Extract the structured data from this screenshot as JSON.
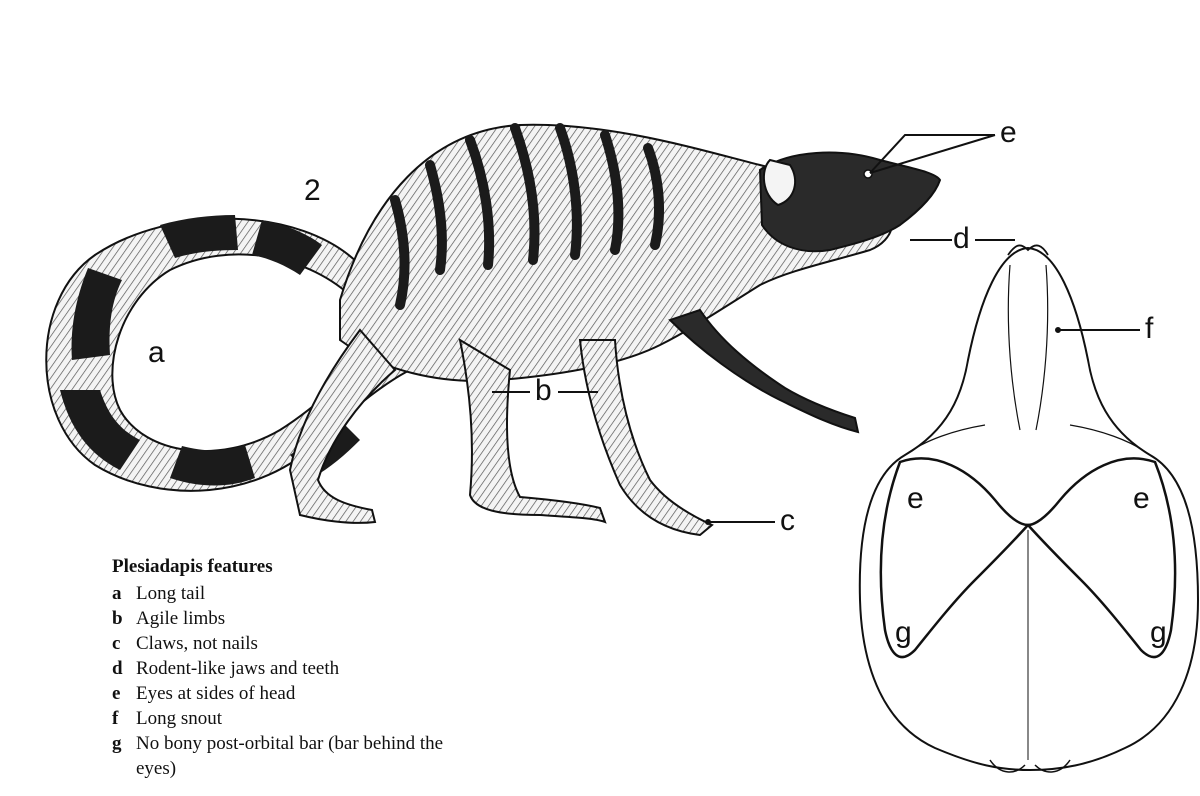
{
  "figure_number": "2",
  "legend": {
    "title": "Plesiadapis features",
    "items": [
      {
        "key": "a",
        "text": "Long tail"
      },
      {
        "key": "b",
        "text": "Agile limbs"
      },
      {
        "key": "c",
        "text": "Claws, not nails"
      },
      {
        "key": "d",
        "text": "Rodent-like jaws and teeth"
      },
      {
        "key": "e",
        "text": "Eyes at sides of head"
      },
      {
        "key": "f",
        "text": "Long snout"
      },
      {
        "key": "g",
        "text": "No bony post-orbital bar (bar behind the eyes)"
      }
    ]
  },
  "callouts": {
    "a": "a",
    "b": "b",
    "c": "c",
    "d": "d",
    "e": "e",
    "f": "f",
    "skull_e_left": "e",
    "skull_e_right": "e",
    "skull_g_left": "g",
    "skull_g_right": "g"
  }
}
